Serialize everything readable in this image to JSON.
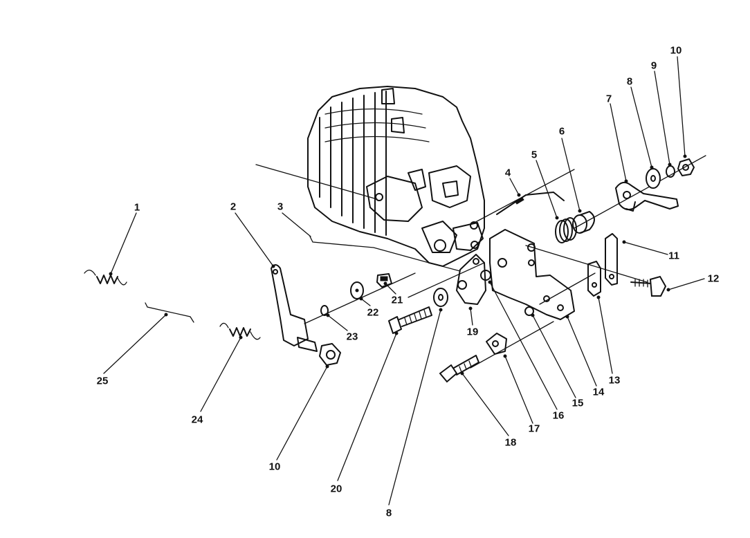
{
  "diagram": {
    "part_labels": [
      "1",
      "2",
      "3",
      "4",
      "5",
      "6",
      "7",
      "8",
      "9",
      "10",
      "11",
      "12",
      "13",
      "14",
      "15",
      "16",
      "17",
      "18",
      "19",
      "20",
      "21",
      "22",
      "23",
      "24",
      "25",
      "8",
      "10"
    ]
  }
}
